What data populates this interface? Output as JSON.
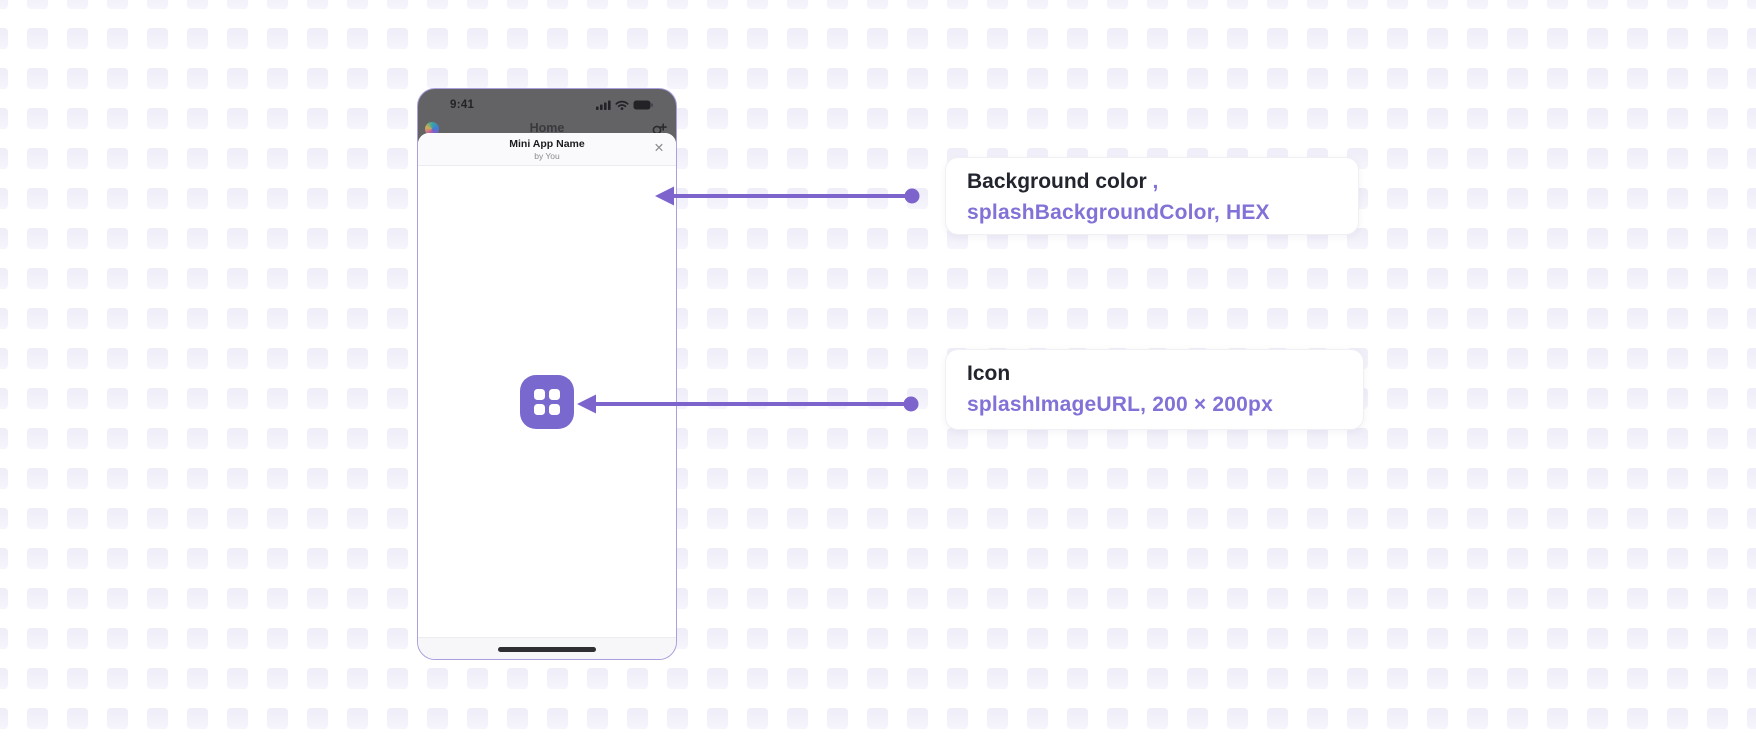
{
  "phone": {
    "status_time": "9:41",
    "home_title": "Home",
    "sheet_title": "Mini App Name",
    "sheet_subtitle": "by You",
    "close_glyph": "✕"
  },
  "callouts": [
    {
      "title": "Background color",
      "separator": " ,",
      "value": "splashBackgroundColor, HEX"
    },
    {
      "title": "Icon",
      "separator": "",
      "value": "splashImageURL, 200 × 200px"
    }
  ],
  "colors": {
    "accent_purple": "#7d64cd",
    "splash_icon_purple": "#7968cd",
    "callout_value_purple": "#8271d6",
    "pattern_square": "#f1f0f9",
    "dimmed_header_gray": "#636366"
  }
}
